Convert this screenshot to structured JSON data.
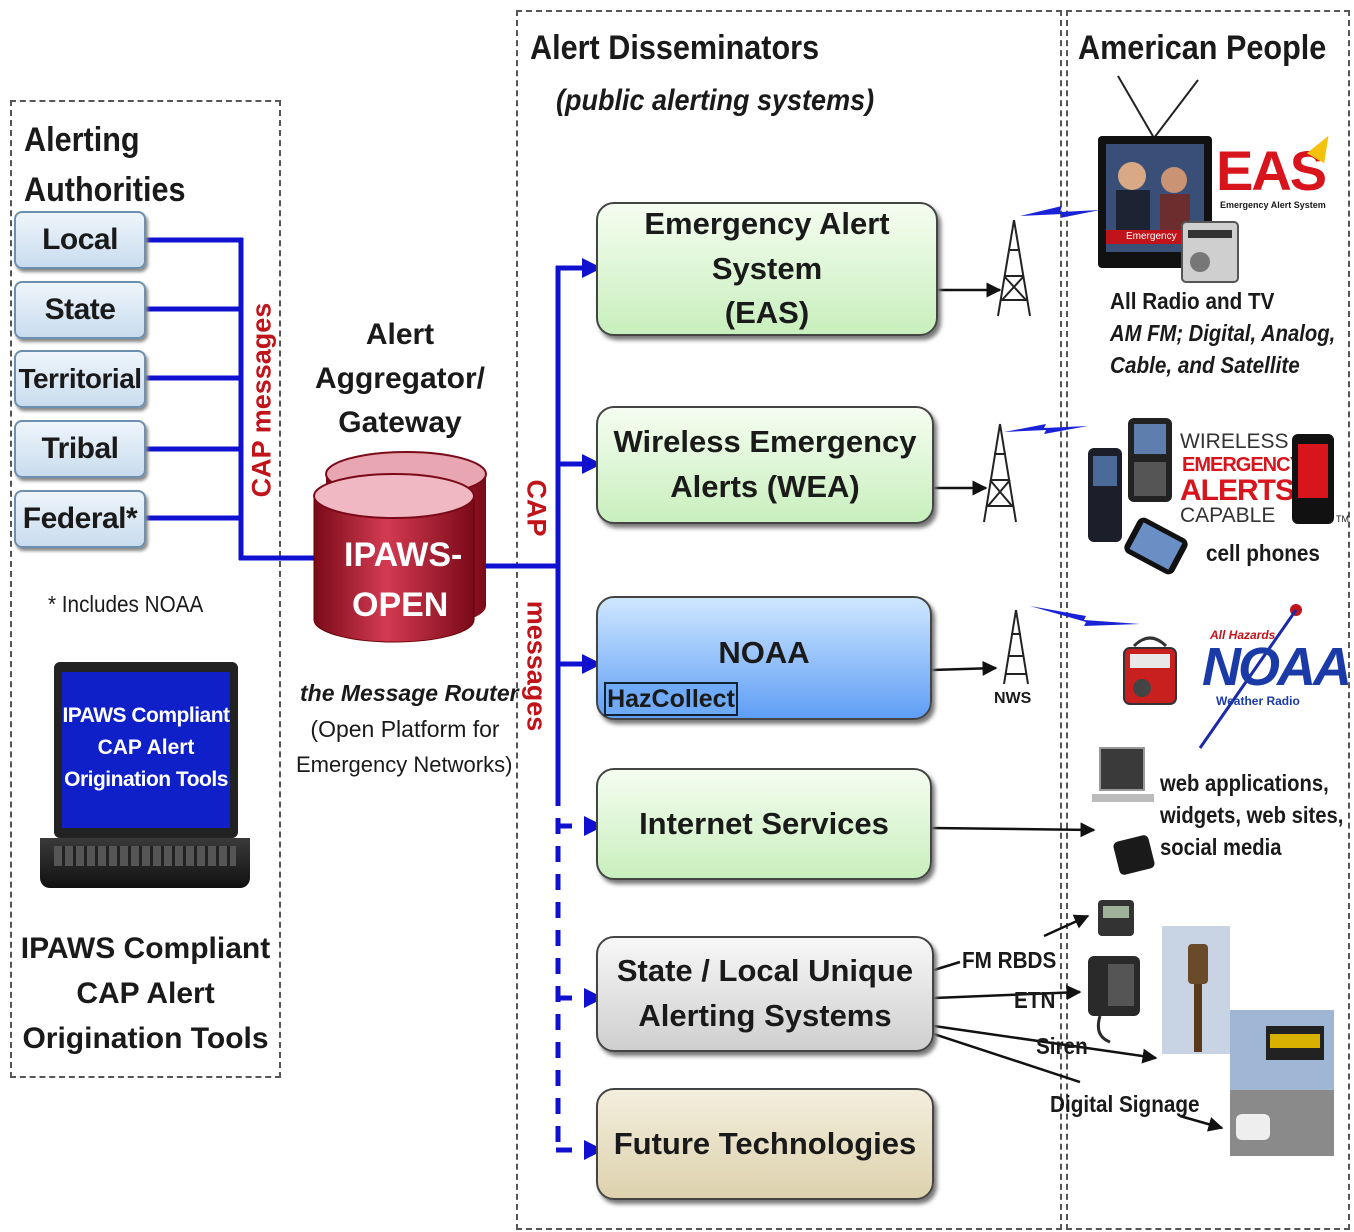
{
  "sections": {
    "authorities_title_1": "Alerting",
    "authorities_title_2": "Authorities",
    "disseminators_title": "Alert Disseminators",
    "disseminators_subtitle": "(public alerting systems)",
    "people_title": "American People"
  },
  "authorities": [
    "Local",
    "State",
    "Territorial",
    "Tribal",
    "Federal*"
  ],
  "footnote": "* Includes NOAA",
  "cap_messages_label": "CAP messages",
  "laptop": {
    "screen_line_1": "IPAWS Compliant",
    "screen_line_2": "CAP Alert",
    "screen_line_3": "Origination Tools"
  },
  "origination_tools": [
    "IPAWS Compliant",
    "CAP Alert",
    "Origination Tools"
  ],
  "aggregator": {
    "title_1": "Alert",
    "title_2": "Aggregator/",
    "title_3": "Gateway",
    "db_line_1": "IPAWS-",
    "db_line_2": "OPEN",
    "router_1": "the Message Router",
    "router_2": "(Open Platform for",
    "router_3": "Emergency Networks)"
  },
  "cap_vertical_1": "CAP",
  "cap_vertical_2": "messages",
  "disseminators": {
    "eas": "Emergency Alert System\n(EAS)",
    "wea": "Wireless Emergency\nAlerts (WEA)",
    "noaa": "NOAA",
    "hazcollect": "HazCollect",
    "internet": "Internet Services",
    "state_local": "State / Local Unique\nAlerting Systems",
    "future": "Future Technologies"
  },
  "nws_label": "NWS",
  "people": {
    "eas_logo": "EAS",
    "eas_logo_sub": "Emergency Alert System",
    "eas_tv_caption": "Emergency",
    "radio_tv_1": "All Radio and TV",
    "radio_tv_2": "AM FM; Digital, Analog,",
    "radio_tv_3": "Cable, and Satellite",
    "wea_logo_1": "WIRELESS",
    "wea_logo_2": "EMERGENCY",
    "wea_logo_3": "ALERTS",
    "wea_logo_4": "CAPABLE",
    "wea_tm": "TM",
    "cell_phones": "cell phones",
    "noaa_small": "All Hazards",
    "noaa_logo": "NOAA",
    "noaa_logo_sub": "Weather Radio",
    "web_1": "web applications,",
    "web_2": "widgets, web sites,",
    "web_3": "social media"
  },
  "outputs": {
    "fm_rbds": "FM RBDS",
    "etn": "ETN",
    "siren": "Siren",
    "digital_signage": "Digital Signage"
  },
  "colors": {
    "line_blue": "#1010d0",
    "cap_red": "#c0141a",
    "ipaws_red": "#b0162a",
    "box_green": "#c8efbd",
    "box_blue": "#5f9ef5"
  }
}
